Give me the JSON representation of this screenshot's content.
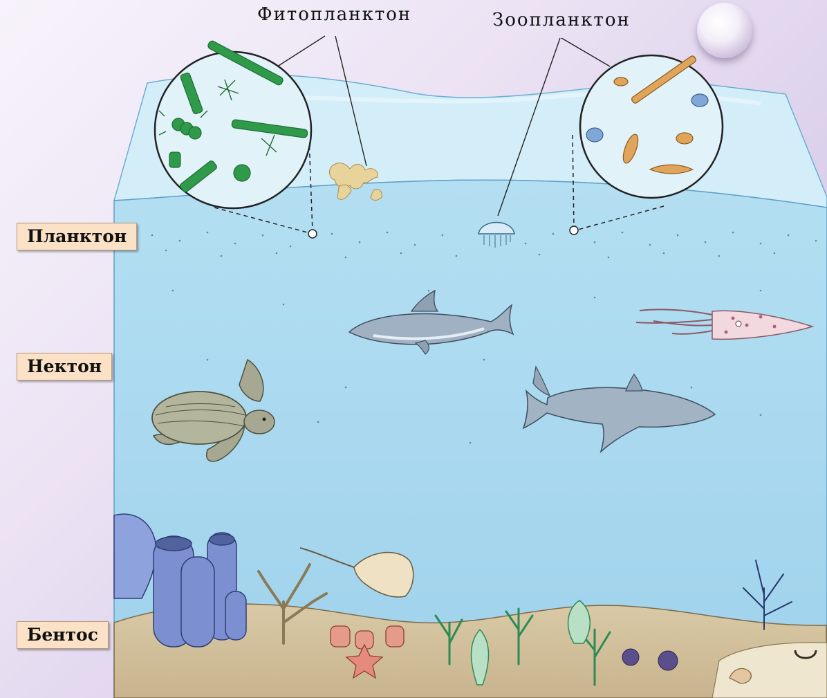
{
  "labels": {
    "phytoplankton": "Фитопланктон",
    "zooplankton": "Зоопланктон",
    "plankton": "Планктон",
    "nekton": "Нектон",
    "benthos": "Бентос"
  },
  "colors": {
    "water": "#a9d8ef",
    "water_surface": "#cdebf7",
    "label_bg": "#fbe1c6",
    "sea_floor": "#d8c8a6",
    "sponge": "#7c8fd0"
  }
}
